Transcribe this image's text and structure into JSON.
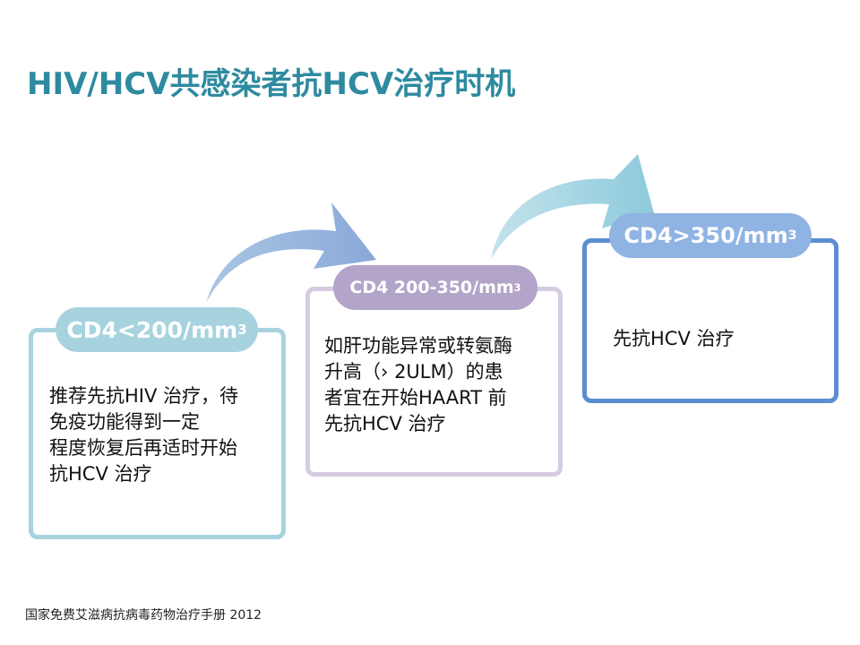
{
  "title": "HIV/HCV共感染者抗HCV治疗时机",
  "stages": [
    {
      "label": "CD4<200/mm",
      "sup": "3",
      "text": [
        "推荐先抗HIV 治疗，待",
        "免疫功能得到一定",
        "程度恢复后再适时开始",
        "抗HCV 治疗"
      ],
      "color": "#a7d3df"
    },
    {
      "label": "CD4 200-350/mm",
      "sup": "3",
      "text": [
        "如肝功能异常或转氨酶",
        "升高（› 2ULM）的患",
        "者宜在开始HAART 前",
        "先抗HCV 治疗"
      ],
      "color": "#b3a4c9"
    },
    {
      "label": "CD4>350/mm",
      "sup": "3",
      "text": [
        "先抗HCV 治疗"
      ],
      "color": "#5b8ed0"
    }
  ],
  "footer": "国家免费艾滋病抗病毒药物治疗手册  2012"
}
